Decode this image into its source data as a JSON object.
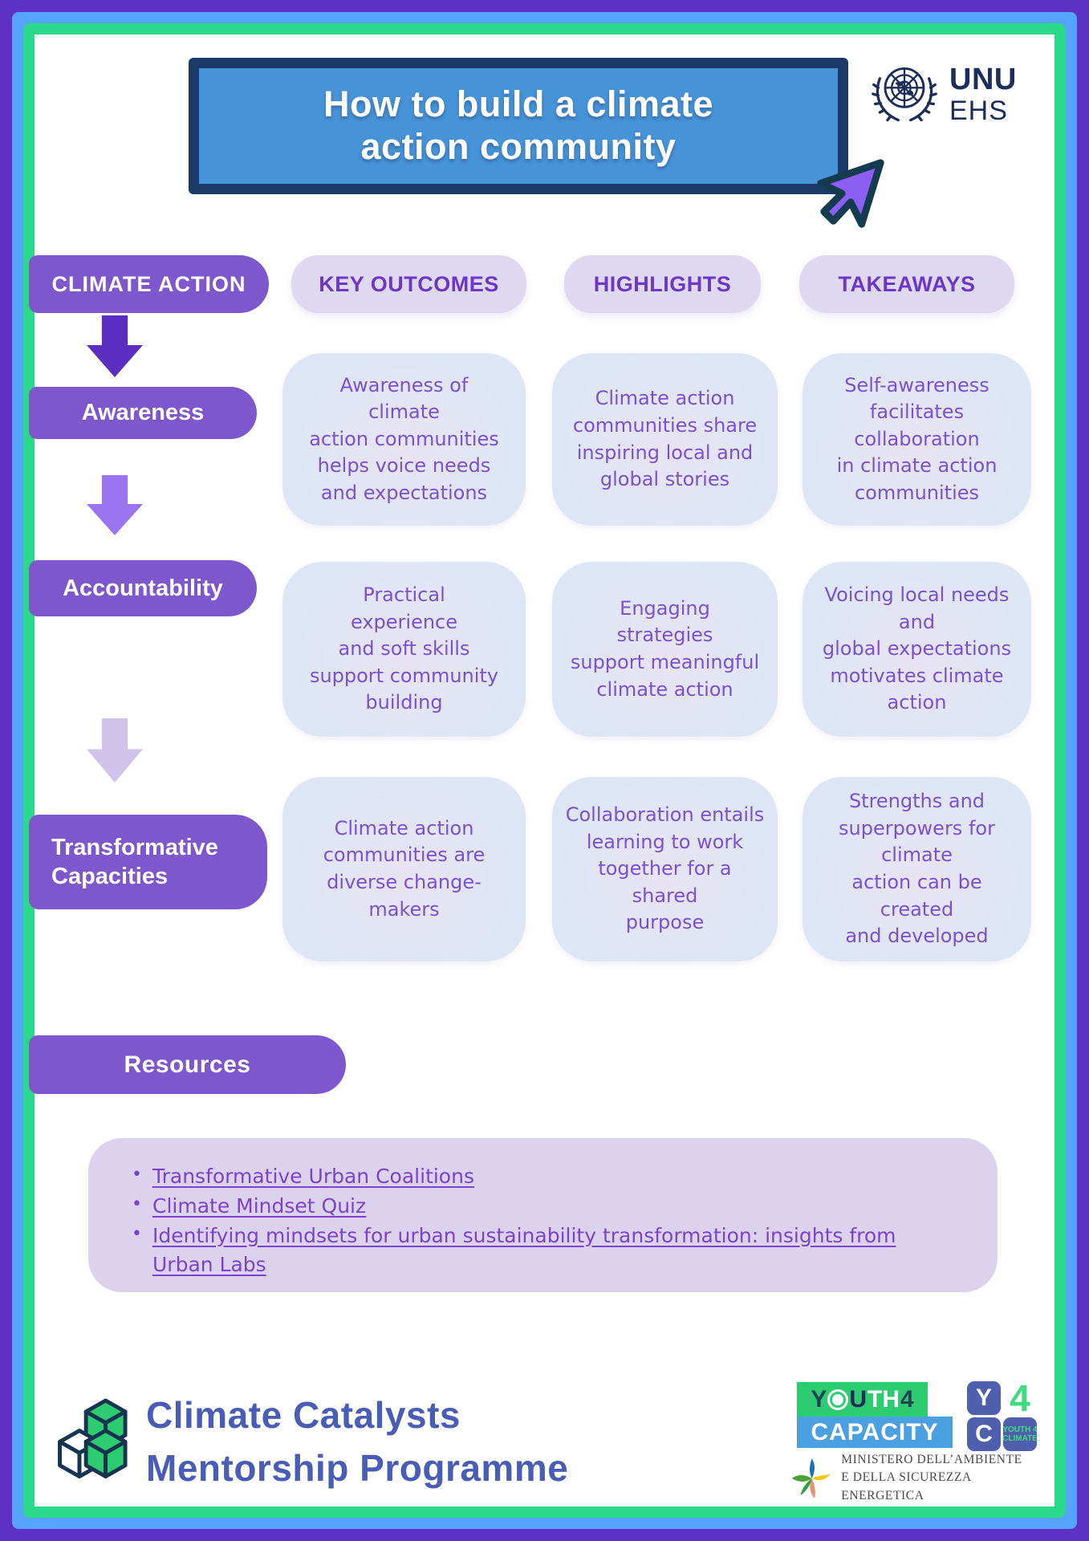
{
  "colors": {
    "frame_outer": "#5c31c4",
    "frame_mid": "#55a2ff",
    "frame_inner": "#2bd98a",
    "title_box_fill": "#4793d8",
    "title_box_border": "#1c3a69",
    "pill_purple": "#7e57cc",
    "pill_light_bg": "#ded8f0",
    "pill_light_text": "#6d35c9",
    "cell_bg": "#dee6f5",
    "cell_text": "#7b50d2",
    "arrow_dark": "#5b2ec1",
    "arrow_mid": "#9b74f2",
    "arrow_pale": "#cfc3ea",
    "link": "#7c42cd",
    "program_text": "#4a5cb5"
  },
  "header": {
    "title_line1": "How to build a climate",
    "title_line2": "action community",
    "unu": {
      "org": "UNU",
      "sub": "EHS"
    }
  },
  "matrix": {
    "corner_label": "CLIMATE ACTION",
    "columns": [
      "KEY OUTCOMES",
      "HIGHLIGHTS",
      "TAKEAWAYS"
    ],
    "rows": [
      {
        "label": "Awareness",
        "cells": [
          "Awareness of\nclimate\naction communities\nhelps voice needs\nand expectations",
          "Climate action\ncommunities share\ninspiring local and\nglobal stories",
          "Self-awareness\nfacilitates\ncollaboration\nin climate action\ncommunities"
        ]
      },
      {
        "label": "Accountability",
        "cells": [
          "Practical\nexperience\nand soft skills\nsupport community\nbuilding",
          "Engaging\nstrategies\nsupport meaningful\nclimate action",
          "Voicing local needs\nand\nglobal expectations\nmotivates climate\naction"
        ]
      },
      {
        "label": "Transformative Capacities",
        "cells": [
          "Climate action\ncommunities are\ndiverse change-\nmakers",
          "Collaboration entails\nlearning to work\ntogether for a\nshared\npurpose",
          "Strengths and\nsuperpowers for\nclimate\naction can be\ncreated\nand developed"
        ]
      }
    ]
  },
  "resources": {
    "label": "Resources",
    "links": [
      "Transformative Urban Coalitions",
      "Climate Mindset Quiz",
      "Identifying mindsets for urban sustainability transformation: insights from Urban Labs"
    ]
  },
  "footer": {
    "program_line1": "Climate Catalysts",
    "program_line2": "Mentorship Programme",
    "youth4capacity": {
      "y": "Y",
      "u": "U",
      "th": "TH",
      "four": "4",
      "capacity": "CAPACITY",
      "monogram_y": "Y",
      "monogram_four": "4",
      "monogram_c": "C",
      "monogram_label_line1": "YOUTH 4",
      "monogram_label_line2": "CLIMATE"
    },
    "ministry": {
      "line1": "MINISTERO DELL’AMBIENTE",
      "line2": "E DELLA SICUREZZA ENERGETICA"
    }
  }
}
